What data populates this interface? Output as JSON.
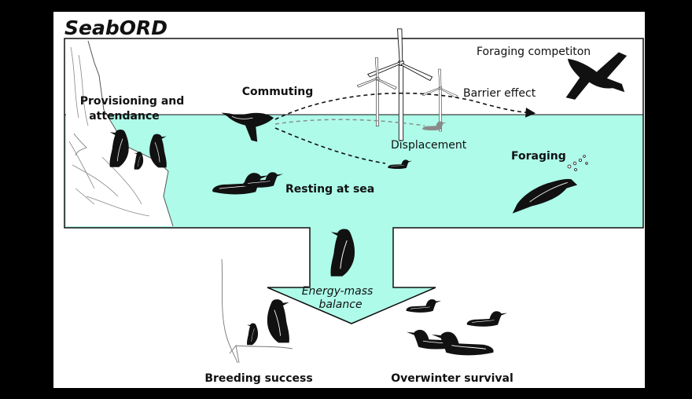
{
  "title": "SeabORD",
  "labels": {
    "provisioning": [
      "Provisioning and",
      "attendance"
    ],
    "commuting": "Commuting",
    "barrier": "Barrier effect",
    "foraging_competition": "Foraging competiton",
    "displacement": "Displacement",
    "foraging": "Foraging",
    "resting": "Resting at sea",
    "energy": [
      "Energy-mass",
      "balance"
    ],
    "breeding": "Breeding success",
    "overwinter": "Overwinter survival"
  },
  "colors": {
    "sea": "#aefbe9",
    "background": "#000000",
    "panel": "#ffffff",
    "bird": "#111111",
    "displaced_bird": "#8a8a8a"
  },
  "icons": [
    "wind-turbine-icon",
    "seabird-icon",
    "cliff-icon"
  ]
}
